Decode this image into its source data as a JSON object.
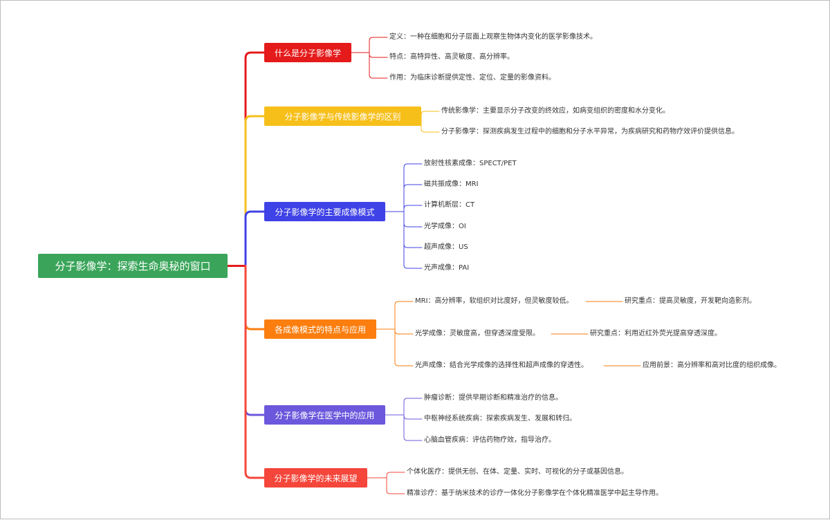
{
  "root": {
    "label": "分子影像学：探索生命奥秘的窗口",
    "color": "#3aa55a"
  },
  "branches": [
    {
      "label": "什么是分子影像学",
      "color": "#e51a1a",
      "children": [
        {
          "text": "定义：一种在细胞和分子层面上观察生物体内变化的医学影像技术。"
        },
        {
          "text": "特点：高特异性、高灵敏度、高分辨率。"
        },
        {
          "text": "作用：为临床诊断提供定性、定位、定量的影像资料。"
        }
      ]
    },
    {
      "label": "分子影像学与传统影像学的区别",
      "color": "#f6bf1a",
      "children": [
        {
          "text": "传统影像学：主要显示分子改变的终效应，如病变组织的密度和水分变化。"
        },
        {
          "text": "分子影像学：探测疾病发生过程中的细胞和分子水平异常，为疾病研究和药物疗效评价提供信息。"
        }
      ]
    },
    {
      "label": "分子影像学的主要成像模式",
      "color": "#3f42e6",
      "children": [
        {
          "text": "放射性核素成像：SPECT/PET"
        },
        {
          "text": "磁共振成像：MRI"
        },
        {
          "text": "计算机断层：CT"
        },
        {
          "text": "光学成像：OI"
        },
        {
          "text": "超声成像：US"
        },
        {
          "text": "光声成像：PAI"
        }
      ]
    },
    {
      "label": "各成像模式的特点与应用",
      "color": "#fb7e0f",
      "children": [
        {
          "text": "MRI：高分辨率，软组织对比度好，但灵敏度较低。",
          "sub": "研究重点：提高灵敏度，开发靶向造影剂。"
        },
        {
          "text": "光学成像：灵敏度高，但穿透深度受限。",
          "sub": "研究重点：利用近红外荧光提高穿透深度。"
        },
        {
          "text": "光声成像：结合光学成像的选择性和超声成像的穿透性。",
          "sub": "应用前景：高分辨率和高对比度的组织成像。"
        }
      ]
    },
    {
      "label": "分子影像学在医学中的应用",
      "color": "#6b58dc",
      "children": [
        {
          "text": "肿瘤诊断：提供早期诊断和精准治疗的信息。"
        },
        {
          "text": "中枢神经系统疾病：探索疾病发生、发展和转归。"
        },
        {
          "text": "心脑血管疾病：评估药物疗效，指导治疗。"
        }
      ]
    },
    {
      "label": "分子影像学的未来展望",
      "color": "#f5463b",
      "children": [
        {
          "text": "个体化医疗：提供无创、在体、定量、实时、可视化的分子或基因信息。"
        },
        {
          "text": "精准诊疗：基于纳米技术的诊疗一体化分子影像学在个体化精准医学中起主导作用。"
        }
      ]
    }
  ]
}
